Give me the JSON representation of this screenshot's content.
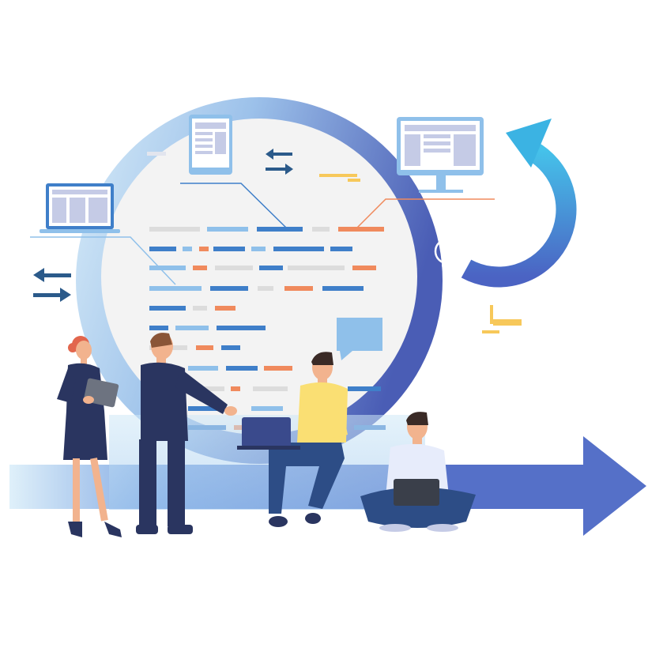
{
  "illustration": {
    "colors": {
      "ring_light": "#cfe7f7",
      "ring_mid": "#8db3e6",
      "ring_dark": "#4b5fb8",
      "arrow_blue": "#3bb3e3",
      "big_arrow": "#5570c8",
      "code_blue": "#3f7fc9",
      "code_light_blue": "#8fc0ea",
      "code_gray": "#dcdcdc",
      "code_orange": "#f08a5d",
      "accent_yellow": "#f7c85a",
      "navy": "#2a3560",
      "skin": "#f2b38e",
      "hair_dark": "#3a2a26",
      "hair_red": "#e2664d",
      "shirt_yellow": "#fadf73",
      "shirt_light": "#e7ecfb",
      "jeans": "#2d4d86"
    },
    "icons": [
      "laptop-wireframe-icon",
      "tablet-wireframe-icon",
      "monitor-wireframe-icon",
      "swap-arrows-icon",
      "lightbulb-icon",
      "speech-bubble-icon",
      "cycle-arrow-icon",
      "forward-arrow-icon"
    ],
    "people": [
      "woman-with-tablet",
      "man-in-suit-pointing",
      "man-sitting-with-laptop",
      "man-cross-legged-with-laptop"
    ]
  }
}
